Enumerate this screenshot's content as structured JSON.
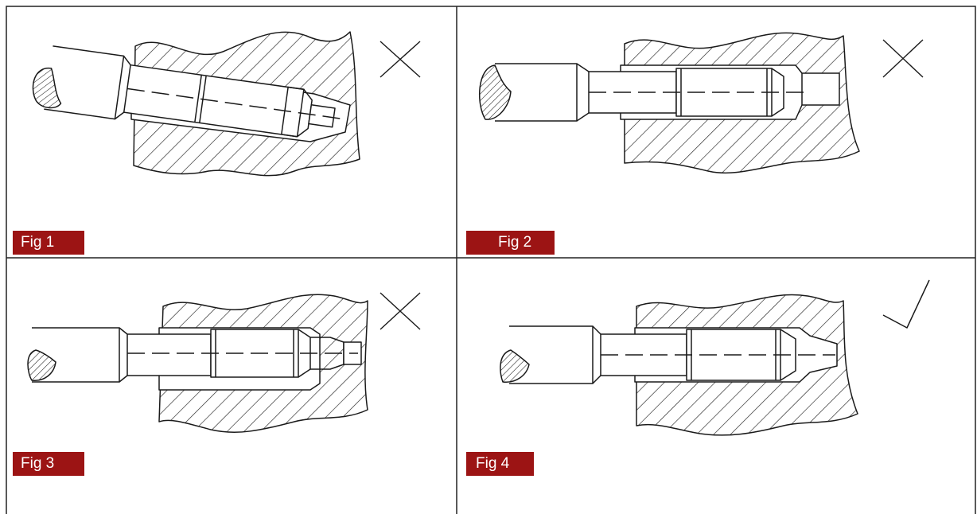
{
  "figures": [
    {
      "label": "Fig 1",
      "mark": "cross-mark-icon"
    },
    {
      "label": "Fig 2",
      "mark": "cross-mark-icon"
    },
    {
      "label": "Fig 3",
      "mark": "cross-mark-icon"
    },
    {
      "label": "Fig 4",
      "mark": "check-mark-icon"
    }
  ],
  "colors": {
    "label_bg": "#9c1414",
    "label_text": "#ffffff",
    "line": "#1a1a1a",
    "border": "#222222"
  }
}
